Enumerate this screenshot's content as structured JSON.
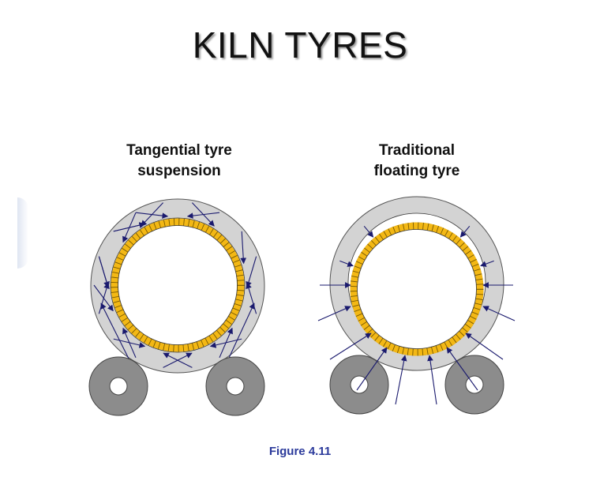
{
  "title": "KILN TYRES",
  "left": {
    "line1": "Tangential tyre",
    "line2": "suspension"
  },
  "right": {
    "line1": "Traditional",
    "line2": "floating tyre"
  },
  "caption": "Figure 4.11",
  "colors": {
    "tyre": "#d3d3d3",
    "roller": "#8c8c8c",
    "brick": "#f3b815",
    "arrow": "#1a1a6e"
  }
}
